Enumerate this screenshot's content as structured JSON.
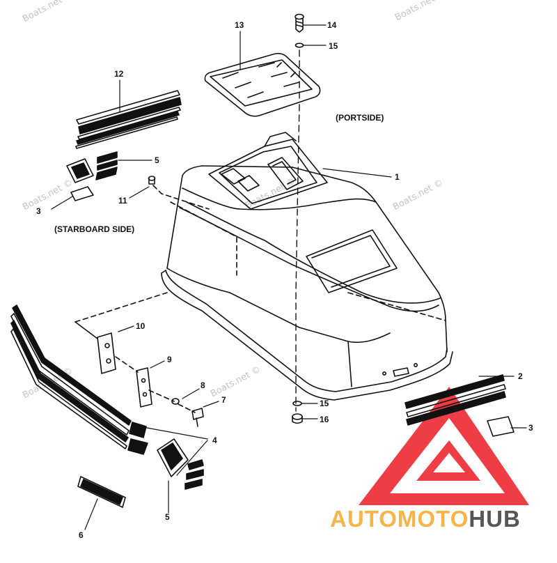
{
  "watermark": {
    "text": "Boats.net ©"
  },
  "labels": {
    "portside": "(PORTSIDE)",
    "starboard": "(STARBOARD SIDE)"
  },
  "callouts": {
    "c1": "1",
    "c2": "2",
    "c3a": "3",
    "c3b": "3",
    "c4": "4",
    "c5a": "5",
    "c5b": "5",
    "c6": "6",
    "c7": "7",
    "c8": "8",
    "c9": "9",
    "c10": "10",
    "c11": "11",
    "c12": "12",
    "c13": "13",
    "c14": "14",
    "c15a": "15",
    "c15b": "15",
    "c16": "16"
  },
  "brand": {
    "part1": "AUTOMOTO",
    "part2": "HUB"
  },
  "colors": {
    "line": "#111111",
    "logo_red": "#ec1c24",
    "brand_orange": "#f7b44a",
    "brand_gray": "#565656",
    "watermark": "#c4c4c4"
  }
}
